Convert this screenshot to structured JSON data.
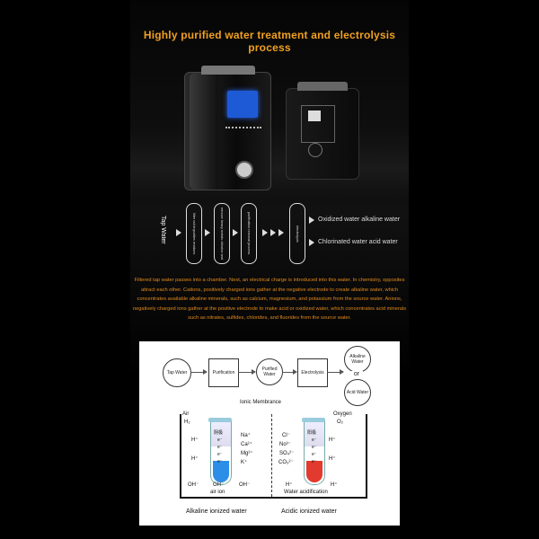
{
  "title": "Highly purified water treatment and electrolysis process",
  "flow": {
    "input_label": "Tap Water",
    "stages": [
      "filter out impurities residues",
      "remove heavy metals chlorine and pollutants",
      "purification removal process",
      "electrolysis"
    ],
    "outputs": [
      "Oxidized water alkaline water",
      "Chlorinated water acid water"
    ]
  },
  "description": "Filtered tap water passes into a chamber. Next, an electrical charge is introduced into this water. In chemistry, opposites attract each other. Cations, positively charged ions gather at the negative electrode to create alkaline water, which concentrates available alkaline minerals, such as calcium, magnesium, and potassium from the source water. Anions, negatively charged ions gather at the positive electrode to make acid or oxidized water, which concentrates acid minerals such as nitrates, sulfides, chlorides, and fluorides from the source water.",
  "diagram": {
    "nodes": {
      "tap": "Tap Water",
      "purification": "Purification",
      "purified": "Purified Water",
      "electrolysis": "Electrolysis",
      "alkaline": "Alkaline Water",
      "or": "or",
      "acid": "Acid Water"
    },
    "membrane_label": "Ionic Membrance",
    "left": {
      "gas": "Air",
      "gas_formula": "H₂",
      "tube_label": "阴极",
      "ions_in": [
        "Na⁺",
        "Ca²⁺",
        "Mg²⁺",
        "K⁺"
      ],
      "h_marks": [
        "H⁺",
        "H⁺"
      ],
      "electrons": [
        "e⁻",
        "e⁻",
        "e⁻",
        "e⁻"
      ],
      "bottom_ions": [
        "OH⁻",
        "OH⁻",
        "OH⁻"
      ],
      "bottom_caption": "air ion",
      "result": "Alkaline ionized water"
    },
    "right": {
      "gas": "Oxygen",
      "gas_formula": "O₂",
      "tube_label": "阳极",
      "ions_in": [
        "Cl⁻",
        "No³⁻",
        "SO₄²⁻",
        "CO₃²⁻"
      ],
      "h_marks": [
        "H⁺",
        "H⁺"
      ],
      "electrons": [
        "e⁻",
        "e⁻",
        "e⁻",
        "e⁻"
      ],
      "bottom_ions": [
        "H⁺",
        "H⁺"
      ],
      "bottom_caption": "Water acidification",
      "result": "Acidic ionized water"
    }
  }
}
